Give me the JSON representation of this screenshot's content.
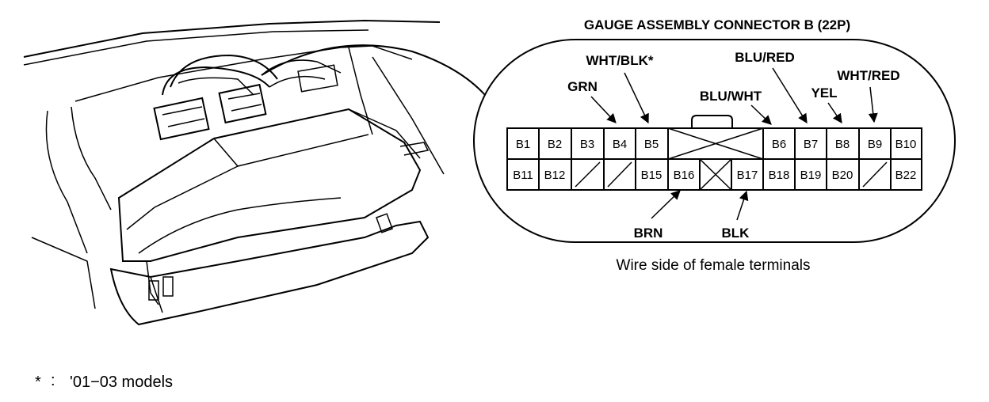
{
  "title": "GAUGE ASSEMBLY CONNECTOR B (22P)",
  "caption": "Wire side of female terminals",
  "footnote": {
    "symbol": "*",
    "separator": ":",
    "text": "'01−03 models"
  },
  "wire_labels": {
    "grn": "GRN",
    "wht_blk": "WHT/BLK*",
    "blu_wht": "BLU/WHT",
    "blu_red": "BLU/RED",
    "yel": "YEL",
    "wht_red": "WHT/RED",
    "brn": "BRN",
    "blk": "BLK"
  },
  "connector": {
    "pin_count": "22P",
    "row1": [
      "B1",
      "B2",
      "B3",
      "B4",
      "B5",
      "",
      "B6",
      "B7",
      "B8",
      "B9",
      "B10"
    ],
    "row2": [
      "B11",
      "B12",
      "",
      "",
      "B15",
      "B16",
      "",
      "B17",
      "B18",
      "B19",
      "B20",
      "",
      "B22"
    ]
  }
}
